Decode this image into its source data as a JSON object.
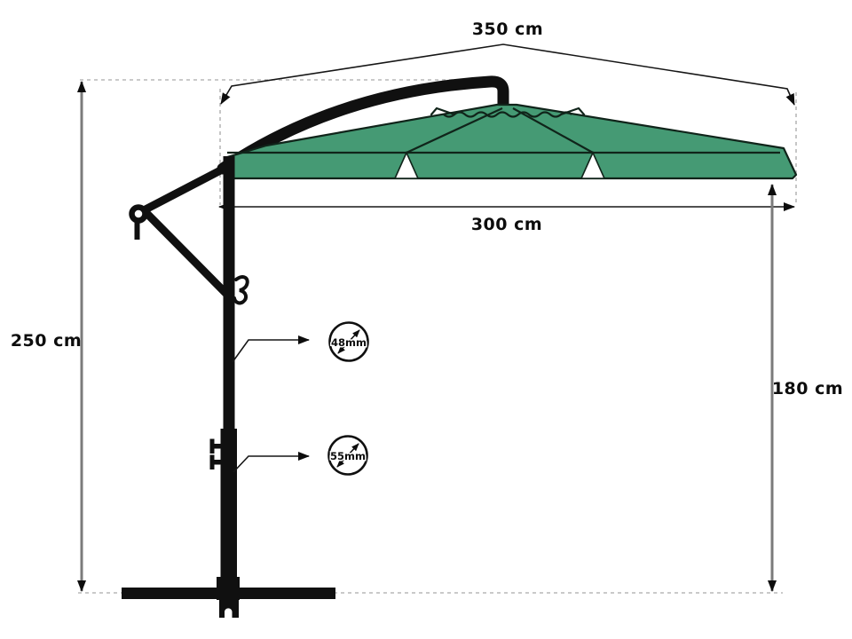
{
  "diagram": {
    "type": "product-dimension-diagram",
    "subject": "cantilever offset patio umbrella, side view",
    "labels": {
      "top_width": "350 cm",
      "canopy_width": "300 cm",
      "total_height": "250 cm",
      "clearance_height": "180 cm",
      "upper_pole_diameter": "48mm",
      "lower_pole_diameter": "55mm"
    },
    "colors": {
      "canopy_fill": "#459a74",
      "canopy_outline": "#10241a",
      "frame_black": "#101010",
      "dimension_line_gray": "#7b7b7b",
      "dashed_guide_gray": "#b8b8b8",
      "text": "#0d0d0d",
      "background": "#ffffff"
    }
  }
}
